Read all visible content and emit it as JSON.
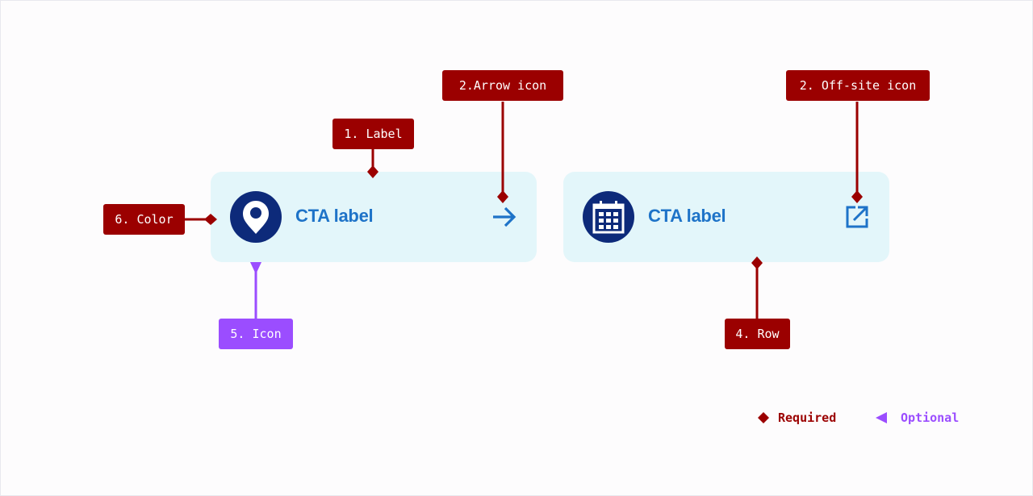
{
  "colors": {
    "required": "#9b0000",
    "optional": "#9b4dff",
    "card_background": "#e3f6fa",
    "icon_circle": "#0d2a7a",
    "cta_text": "#1e73c8"
  },
  "cards": [
    {
      "leading_icon": "map-pin-icon",
      "label": "CTA label",
      "trailing_icon": "arrow-right-icon"
    },
    {
      "leading_icon": "calendar-icon",
      "label": "CTA label",
      "trailing_icon": "external-link-icon"
    }
  ],
  "annotations": [
    {
      "id": "label",
      "text": "1. Label",
      "type": "required"
    },
    {
      "id": "arrow-icon",
      "text": "2.Arrow icon",
      "type": "required"
    },
    {
      "id": "off-site-icon",
      "text": "2. Off-site icon",
      "type": "required"
    },
    {
      "id": "row",
      "text": "4. Row",
      "type": "required"
    },
    {
      "id": "icon",
      "text": "5. Icon",
      "type": "optional"
    },
    {
      "id": "color",
      "text": "6. Color",
      "type": "required"
    }
  ],
  "legend": {
    "required_label": "Required",
    "optional_label": "Optional"
  }
}
